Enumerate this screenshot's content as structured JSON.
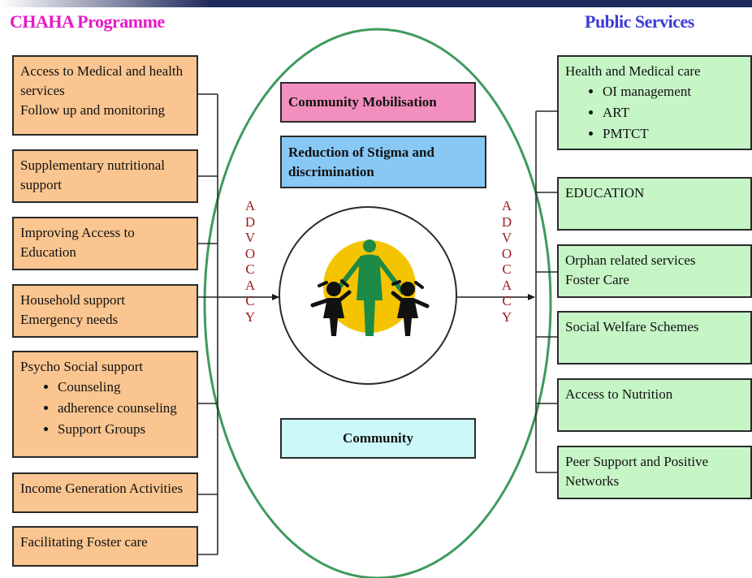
{
  "colors": {
    "programme_heading": "#e619c9",
    "services_heading": "#3b3bd6",
    "programme_box": "#fac590",
    "services_box": "#c6f5c6",
    "mobilisation_box": "#f38fbf",
    "stigma_box": "#87c8f5",
    "community_box": "#ccf8fa",
    "circle": "#3e9a5e",
    "advocacy_text": "#9c1a1a",
    "sun": "#f5c400",
    "figures_adult": "#1d8a45",
    "figures_children": "#111111"
  },
  "left_heading": "CHAHA Programme",
  "right_heading": "Public Services",
  "programme": [
    {
      "lines": [
        "Access to Medical and health services",
        "Follow up and monitoring"
      ],
      "bullets": []
    },
    {
      "lines": [
        "Supplementary nutritional support"
      ],
      "bullets": []
    },
    {
      "lines": [
        "Improving Access to Education"
      ],
      "bullets": []
    },
    {
      "lines": [
        "Household support",
        "Emergency needs"
      ],
      "bullets": []
    },
    {
      "lines": [
        "Psycho Social support"
      ],
      "bullets": [
        "Counseling",
        "adherence counseling",
        "Support Groups"
      ]
    },
    {
      "lines": [
        "Income Generation Activities"
      ],
      "bullets": []
    },
    {
      "lines": [
        "Facilitating Foster care"
      ],
      "bullets": []
    }
  ],
  "services": [
    {
      "lines": [
        "Health and Medical care"
      ],
      "bullets": [
        "OI management",
        "ART",
        "PMTCT"
      ]
    },
    {
      "lines": [
        "EDUCATION"
      ],
      "bullets": []
    },
    {
      "lines": [
        "Orphan related services",
        "Foster Care"
      ],
      "bullets": []
    },
    {
      "lines": [
        "Social Welfare Schemes"
      ],
      "bullets": []
    },
    {
      "lines": [
        "Access to Nutrition"
      ],
      "bullets": []
    },
    {
      "lines": [
        "Peer Support and Positive Networks"
      ],
      "bullets": []
    }
  ],
  "center": {
    "mobilisation": "Community Mobilisation",
    "stigma": "Reduction of Stigma and discrimination",
    "community": "Community"
  },
  "advocacy_letters": [
    "A",
    "D",
    "V",
    "O",
    "C",
    "A",
    "C",
    "Y"
  ],
  "icons": {
    "family": "family-icon",
    "arrow": "arrow-right-icon"
  }
}
